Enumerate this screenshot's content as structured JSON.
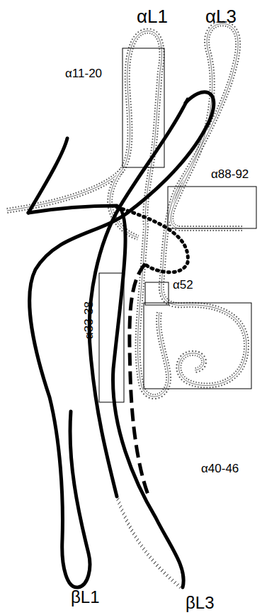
{
  "diagram": {
    "labels": [
      "αL1",
      "αL3",
      "α11-20",
      "α88-92",
      "α33-38",
      "α52",
      "α40-46",
      "βL1",
      "βL3"
    ]
  }
}
